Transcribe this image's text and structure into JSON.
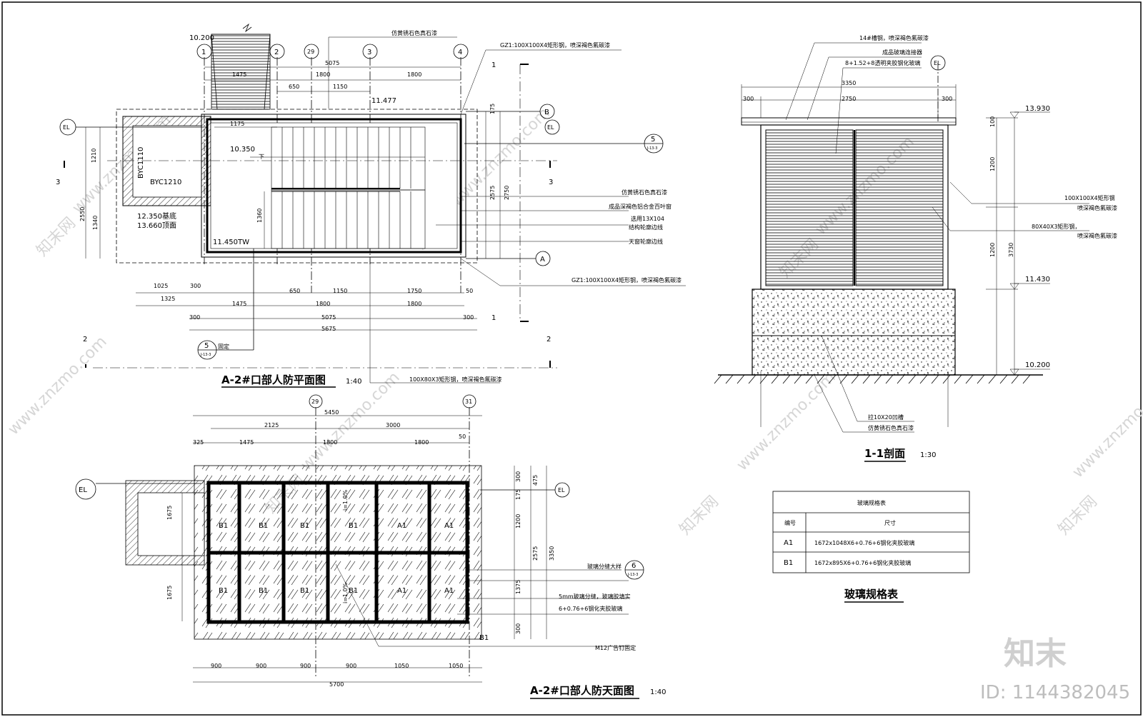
{
  "watermark": {
    "site": "www.znzmo.com",
    "brand": "知末网",
    "logo": "知末",
    "id": "ID: 1144382045"
  },
  "plan": {
    "title": "A-2#口部人防平面图",
    "scale": "1:40",
    "axes": [
      "1",
      "2",
      "29",
      "3",
      "4"
    ],
    "axis_B": "B",
    "axis_A": "A",
    "el": "EL",
    "levels": {
      "top": "10.200",
      "l1": "11.477",
      "l2": "10.350",
      "l3": "12.350基底",
      "l4": "13.660顶面",
      "l5": "11.450TW"
    },
    "byc1": "BYC1110",
    "byc2": "BYC1210",
    "down": "下",
    "dims_top": [
      "5075",
      "1475",
      "1800",
      "1800",
      "650",
      "1150",
      "1175"
    ],
    "dims_bottom": [
      "1025",
      "300",
      "1325",
      "650",
      "1150",
      "1750",
      "50",
      "1475",
      "1800",
      "1800",
      "300",
      "5075",
      "300",
      "5675"
    ],
    "dims_left": [
      "1210",
      "2550",
      "1340",
      "1360"
    ],
    "dims_right": [
      "175",
      "2575",
      "2750"
    ],
    "cut_marks": [
      "1",
      "1",
      "2",
      "2",
      "3",
      "3"
    ],
    "detail5": {
      "num": "5",
      "ref": "J-13-3"
    },
    "detail5b": {
      "num": "5",
      "ref": "J-13-3",
      "note": "固定"
    },
    "notes": {
      "n1": "仿黄锈石色真石漆",
      "n2": "GZ1:100X100X4矩形钢，喷深褐色氟碳漆",
      "n3": "仿黄锈石色真石漆",
      "n4": "成品深褐色铝合金百叶窗",
      "n5": "选用13X104",
      "n6": "结构轮廓边线",
      "n7": "天窗轮廓边线",
      "n8": "GZ1:100X100X4矩形钢，喷深褐色氟碳漆",
      "n9": "100X80X3矩形钢，喷深褐色氟碳漆"
    }
  },
  "roof": {
    "title": "A-2#口部人防天面图",
    "scale": "1:40",
    "axes": [
      "29",
      "31"
    ],
    "el": "EL",
    "dims_top1": [
      "5450"
    ],
    "dims_top2": [
      "2125",
      "3000"
    ],
    "dims_top3": [
      "325",
      "1475",
      "1800",
      "1800",
      "50"
    ],
    "dims_bottom": [
      "900",
      "900",
      "900",
      "900",
      "1050",
      "1050",
      "5700"
    ],
    "dims_left": [
      "1675",
      "1675"
    ],
    "dims_right": [
      "300",
      "475",
      "175",
      "1200",
      "2575",
      "3350",
      "1375",
      "300"
    ],
    "panels_top": [
      "B1",
      "B1",
      "B1",
      "B1",
      "A1",
      "A1"
    ],
    "panels_bottom": [
      "B1",
      "B1",
      "B1",
      "B1",
      "A1",
      "A1"
    ],
    "slope1": "i=1.0%",
    "slope2": "i=1.0%",
    "b1": "B1",
    "detail6": {
      "num": "6",
      "ref": "J-13-3"
    },
    "notes": {
      "n1": "玻璃分缝大样",
      "n2": "5mm玻璃分缝，玻璃胶填实",
      "n3": "6+0.76+6钢化夹胶玻璃",
      "n4": "M12广告钉固定"
    }
  },
  "section": {
    "title": "1-1剖面",
    "scale": "1:30",
    "el": "EL",
    "notes_top": [
      "14#槽钢，喷深褐色氟碳漆",
      "成品玻璃连接器",
      "8+1.52+8透明夹胶钢化玻璃"
    ],
    "dims_top": [
      "3350",
      "300",
      "2750",
      "300"
    ],
    "dims_right": [
      "100",
      "1200",
      "1200",
      "3730"
    ],
    "levels": [
      "13.930",
      "11.430",
      "10.200"
    ],
    "notes_right": [
      "100X100X4矩形钢",
      "喷深褐色氟碳漆",
      "80X40X3矩形钢，",
      "喷深褐色氟碳漆"
    ],
    "notes_bottom": [
      "拉10X20凹槽",
      "仿黄锈石色真石漆"
    ]
  },
  "glass_table": {
    "header": "玻璃规格表",
    "col1": "编号",
    "col2": "尺寸",
    "rows": [
      {
        "id": "A1",
        "size": "1672x1048X6+0.76+6钢化夹胶玻璃"
      },
      {
        "id": "B1",
        "size": "1672x895X6+0.76+6钢化夹胶玻璃"
      }
    ],
    "caption": "玻璃规格表"
  }
}
